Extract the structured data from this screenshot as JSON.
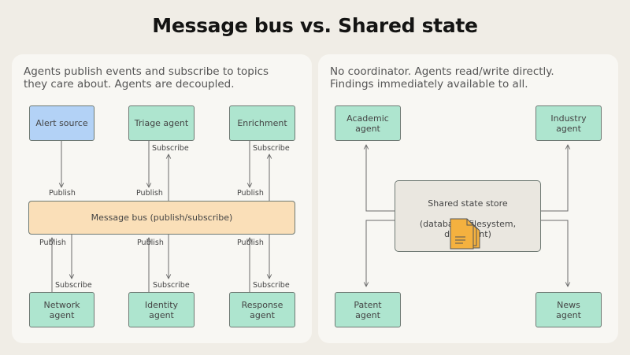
{
  "title": "Message bus vs. Shared state",
  "left_panel": {
    "description_line1": "Agents publish events and subscribe to topics",
    "description_line2": "they care about. Agents are decoupled.",
    "boxes": {
      "alert_source": "Alert source",
      "triage_agent": "Triage agent",
      "enrichment": "Enrichment",
      "message_bus": "Message bus (publish/subscribe)",
      "network_agent": "Network\nagent",
      "identity_agent": "Identity\nagent",
      "response_agent": "Response\nagent"
    },
    "labels": {
      "publish": "Publish",
      "subscribe": "Subscribe"
    }
  },
  "right_panel": {
    "description_line1": "No coordinator. Agents read/write directly.",
    "description_line2": "Findings immediately available to all.",
    "boxes": {
      "academic_agent": "Academic\nagent",
      "industry_agent": "Industry\nagent",
      "shared_store_line1": "Shared state store",
      "shared_store_line2": "(database, filesystem, document)",
      "patent_agent": "Patent\nagent",
      "news_agent": "News\nagent"
    },
    "store_icon": "document-stack-icon"
  },
  "colors": {
    "agent_green": "#aee5cf",
    "source_blue": "#b3d2f6",
    "bus_orange": "#fadfb8",
    "store_gray": "#eae7e0",
    "doc_orange": "#f4b13f"
  }
}
